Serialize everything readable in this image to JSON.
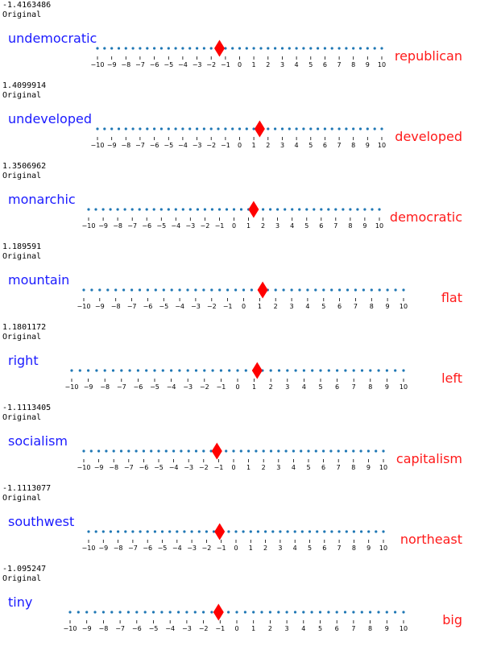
{
  "ticks": [
    "−10",
    "−9",
    "−8",
    "−7",
    "−6",
    "−5",
    "−4",
    "−3",
    "−2",
    "−1",
    "0",
    "1",
    "2",
    "3",
    "4",
    "5",
    "6",
    "7",
    "8",
    "9",
    "10"
  ],
  "colors": {
    "dot": "#1f77b4",
    "marker": "#ff0000",
    "left_word": "#1a1aff",
    "right_word": "#ff1a1a"
  },
  "chart_data": [
    {
      "type": "scatter",
      "score_label": "-1.4163486",
      "note": "Original",
      "left": "undemocratic",
      "right": "republican",
      "value": -1.4163486,
      "xlim": [
        -10,
        10
      ],
      "yticks": []
    },
    {
      "type": "scatter",
      "score_label": "1.4099914",
      "note": "Original",
      "left": "undeveloped",
      "right": "developed",
      "value": 1.4099914,
      "xlim": [
        -10,
        10
      ],
      "yticks": []
    },
    {
      "type": "scatter",
      "score_label": "1.3506962",
      "note": "Original",
      "left": "monarchic",
      "right": "democratic",
      "value": 1.3506962,
      "xlim": [
        -10,
        10
      ],
      "yticks": []
    },
    {
      "type": "scatter",
      "score_label": "1.189591",
      "note": "Original",
      "left": "mountain",
      "right": "flat",
      "value": 1.189591,
      "xlim": [
        -10,
        10
      ],
      "yticks": []
    },
    {
      "type": "scatter",
      "score_label": "1.1801172",
      "note": "Original",
      "left": "right",
      "right": "left",
      "value": 1.1801172,
      "xlim": [
        -10,
        10
      ],
      "yticks": []
    },
    {
      "type": "scatter",
      "score_label": "-1.1113405",
      "note": "Original",
      "left": "socialism",
      "right": "capitalism",
      "value": -1.1113405,
      "xlim": [
        -10,
        10
      ],
      "yticks": []
    },
    {
      "type": "scatter",
      "score_label": "-1.1113077",
      "note": "Original",
      "left": "southwest",
      "right": "northeast",
      "value": -1.1113077,
      "xlim": [
        -10,
        10
      ],
      "yticks": []
    },
    {
      "type": "scatter",
      "score_label": "-1.095247",
      "note": "Original",
      "left": "tiny",
      "right": "big",
      "value": -1.095247,
      "xlim": [
        -10,
        10
      ],
      "yticks": []
    }
  ]
}
